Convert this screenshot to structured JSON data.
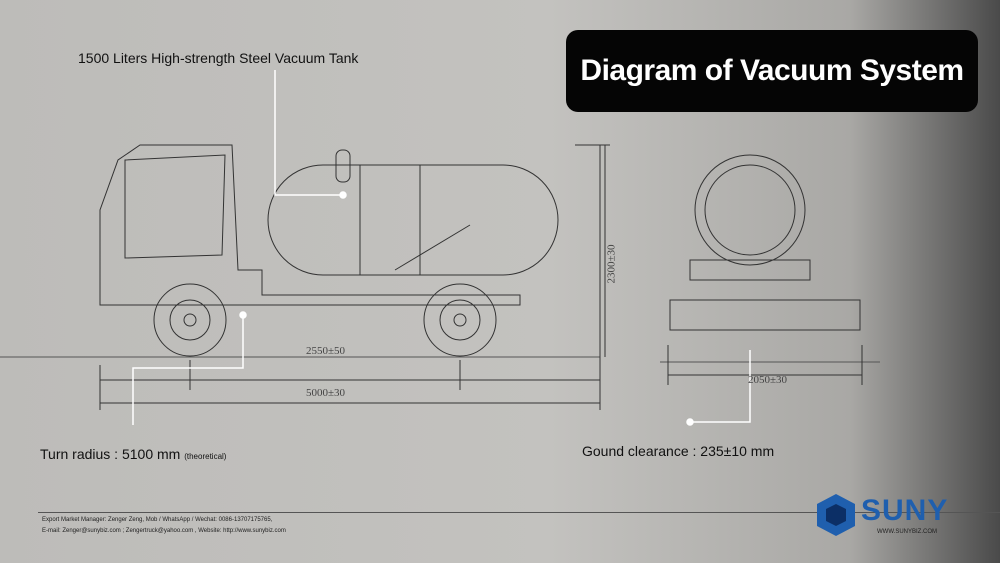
{
  "title": "Diagram of Vacuum System",
  "callouts": {
    "tank": "1500 Liters High-strength Steel Vacuum Tank",
    "turn_radius": "Turn radius : 5100 mm",
    "turn_radius_note": "(theoretical)",
    "clearance": "Gound clearance : 235±10 mm"
  },
  "dimensions": {
    "wheelbase": "2550±50",
    "length": "5000±30",
    "height": "2300±30",
    "width": "2050±30"
  },
  "footer": {
    "line1": "Export Market Manager: Zenger Zeng,    Mob / WhatsApp / Wechat: 0086-13707175765,",
    "line2": "E-mail: Zenger@sunybiz.com ; Zengertruck@yahoo.com  ,  Website: http://www.sunybiz.com"
  },
  "logo": {
    "name": "SUNY",
    "url": "WWW.SUNYBIZ.COM"
  },
  "colors": {
    "title_bg": "#050505",
    "logo_blue": "#1f5fae"
  }
}
